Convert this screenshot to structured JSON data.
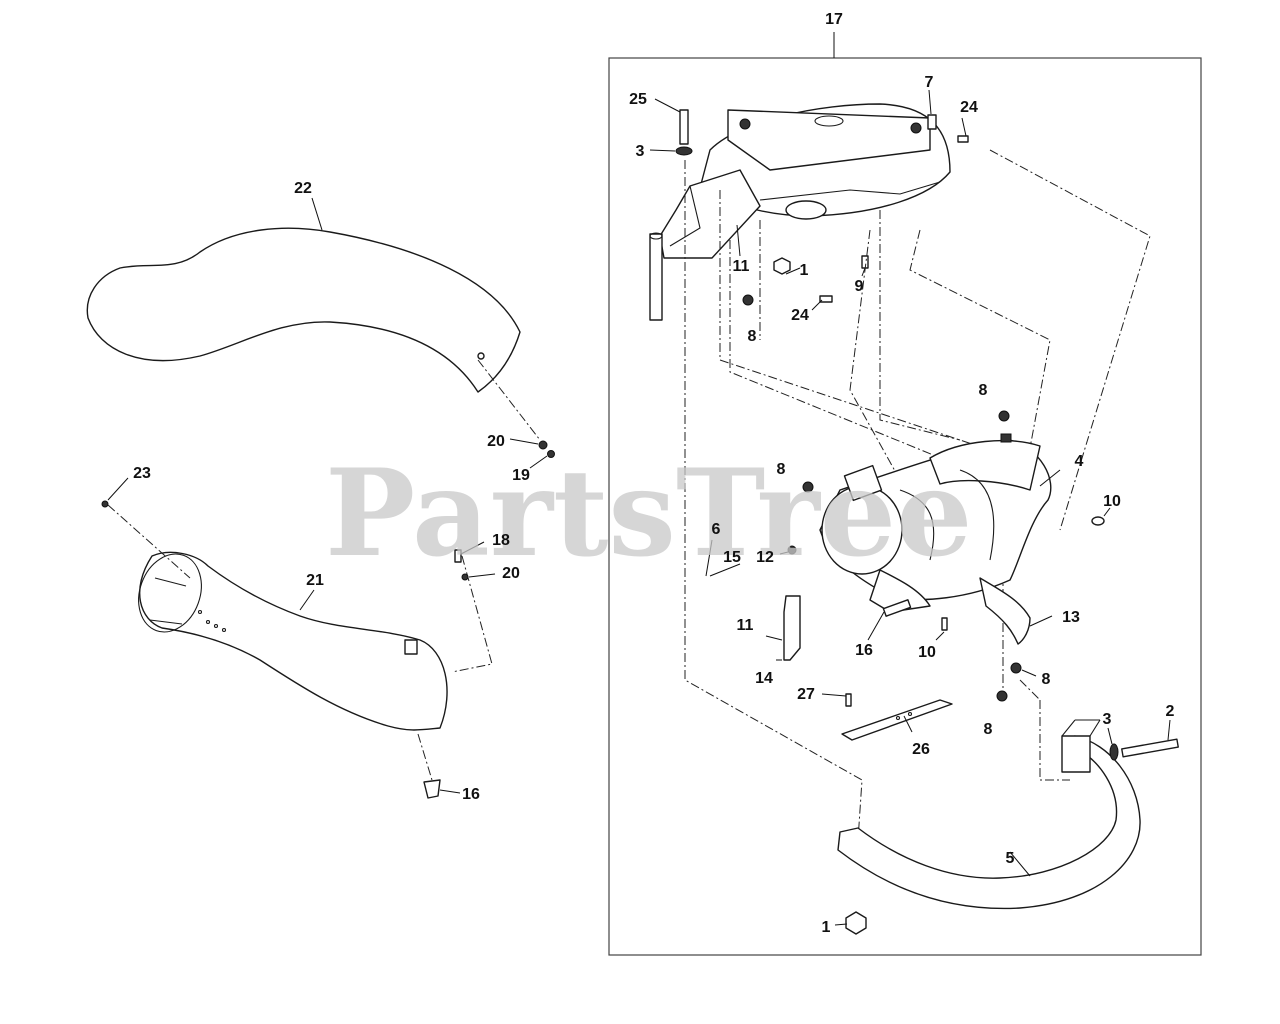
{
  "watermark": "PartsTree",
  "callouts": [
    {
      "id": "c17",
      "text": "17"
    },
    {
      "id": "c7",
      "text": "7"
    },
    {
      "id": "c25",
      "text": "25"
    },
    {
      "id": "c24a",
      "text": "24"
    },
    {
      "id": "c3a",
      "text": "3"
    },
    {
      "id": "c22",
      "text": "22"
    },
    {
      "id": "c11a",
      "text": "11"
    },
    {
      "id": "c1a",
      "text": "1"
    },
    {
      "id": "c9",
      "text": "9"
    },
    {
      "id": "c24b",
      "text": "24"
    },
    {
      "id": "c8a",
      "text": "8"
    },
    {
      "id": "c8b",
      "text": "8"
    },
    {
      "id": "c4",
      "text": "4"
    },
    {
      "id": "c20a",
      "text": "20"
    },
    {
      "id": "c19",
      "text": "19"
    },
    {
      "id": "c23",
      "text": "23"
    },
    {
      "id": "c8c",
      "text": "8"
    },
    {
      "id": "c10a",
      "text": "10"
    },
    {
      "id": "c6",
      "text": "6"
    },
    {
      "id": "c15",
      "text": "15"
    },
    {
      "id": "c12",
      "text": "12"
    },
    {
      "id": "c18",
      "text": "18"
    },
    {
      "id": "c20b",
      "text": "20"
    },
    {
      "id": "c21",
      "text": "21"
    },
    {
      "id": "c13",
      "text": "13"
    },
    {
      "id": "c11b",
      "text": "11"
    },
    {
      "id": "c16a",
      "text": "16"
    },
    {
      "id": "c10b",
      "text": "10"
    },
    {
      "id": "c14",
      "text": "14"
    },
    {
      "id": "c8d",
      "text": "8"
    },
    {
      "id": "c27",
      "text": "27"
    },
    {
      "id": "c8e",
      "text": "8"
    },
    {
      "id": "c3b",
      "text": "3"
    },
    {
      "id": "c2",
      "text": "2"
    },
    {
      "id": "c26",
      "text": "26"
    },
    {
      "id": "c16b",
      "text": "16"
    },
    {
      "id": "c5",
      "text": "5"
    },
    {
      "id": "c1b",
      "text": "1"
    }
  ]
}
